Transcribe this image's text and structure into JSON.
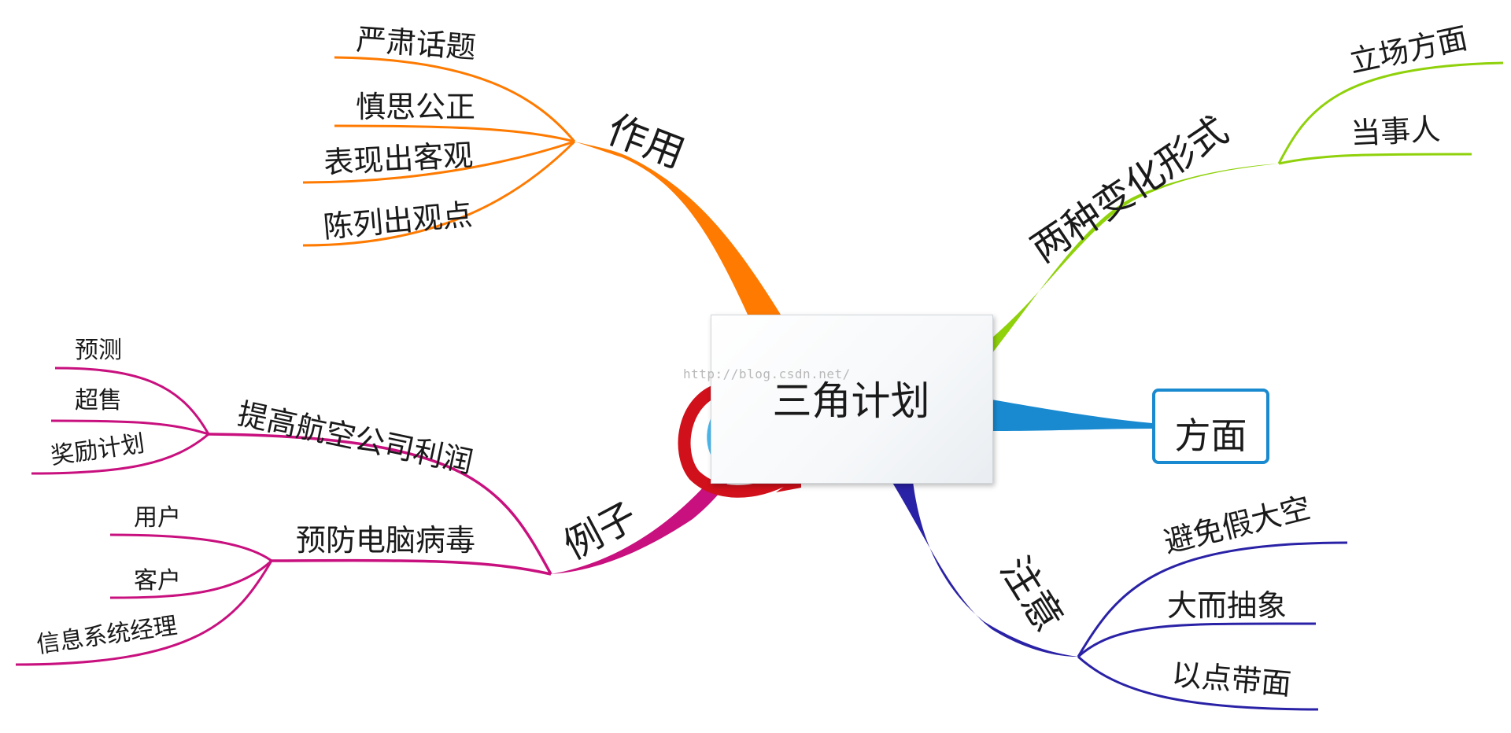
{
  "center": {
    "title": "三角计划",
    "watermark": "http://blog.csdn.net/"
  },
  "branches": {
    "role": {
      "label": "作用",
      "color": "#ff7a00",
      "children": [
        "严肃话题",
        "慎思公正",
        "表现出客观",
        "陈列出观点"
      ]
    },
    "forms": {
      "label": "两种变化形式",
      "color": "#8fd10a",
      "children": [
        "立场方面",
        "当事人"
      ]
    },
    "aspect": {
      "label": "方面",
      "color": "#1a8ad0"
    },
    "notes": {
      "label": "注意",
      "color": "#2a22a6",
      "children": [
        "避免假大空",
        "大而抽象",
        "以点带面"
      ]
    },
    "examples": {
      "label": "例子",
      "color": "#c8107e",
      "children": {
        "profit": {
          "label": "提高航空公司利润",
          "children": [
            "预测",
            "超售",
            "奖励计划"
          ]
        },
        "virus": {
          "label": "预防电脑病毒",
          "children": [
            "用户",
            "客户",
            "信息系统经理"
          ]
        }
      }
    }
  }
}
